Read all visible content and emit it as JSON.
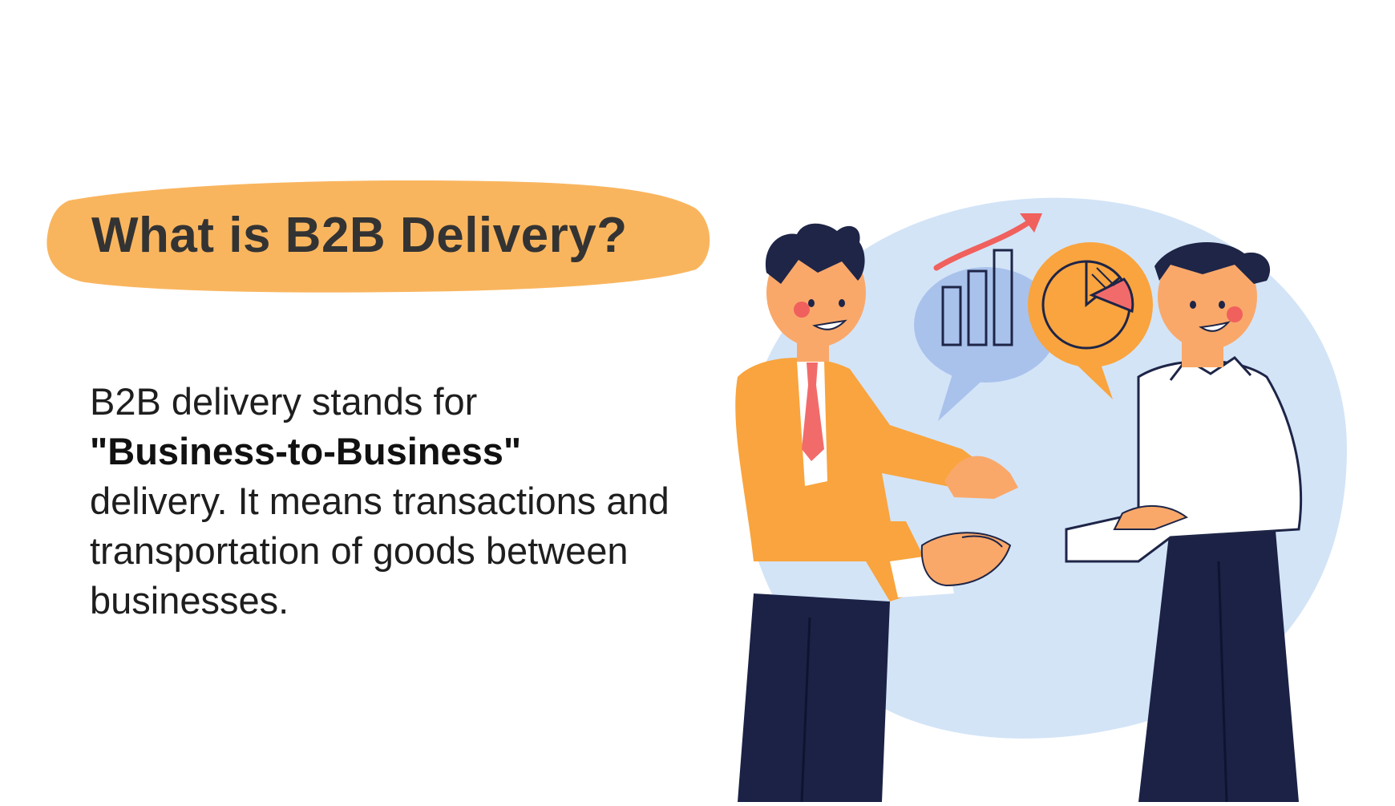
{
  "heading": {
    "title": "What is B2B Delivery?",
    "highlight_color": "#F9B55E"
  },
  "description": {
    "part1": "B2B delivery stands for",
    "bold": "\"Business-to-Business\"",
    "part2": "delivery. It means transactions and transportation of goods between businesses."
  },
  "illustration": {
    "subject": "two businessmen shaking hands with chart speech bubbles",
    "colors": {
      "background_circle": "#D3E4F7",
      "suit_orange": "#F9A43E",
      "pants_navy": "#1B2245",
      "hair_navy": "#1E2547",
      "skin": "#F9A86A",
      "tie_red": "#F26B6B",
      "bubble_blue": "#A9C2EC",
      "arrow_red": "#F0605D",
      "shirt_white": "#FFFFFF"
    },
    "icons": [
      "bar-chart-icon",
      "pie-chart-icon",
      "trend-arrow-icon",
      "speech-bubble-icon"
    ]
  }
}
